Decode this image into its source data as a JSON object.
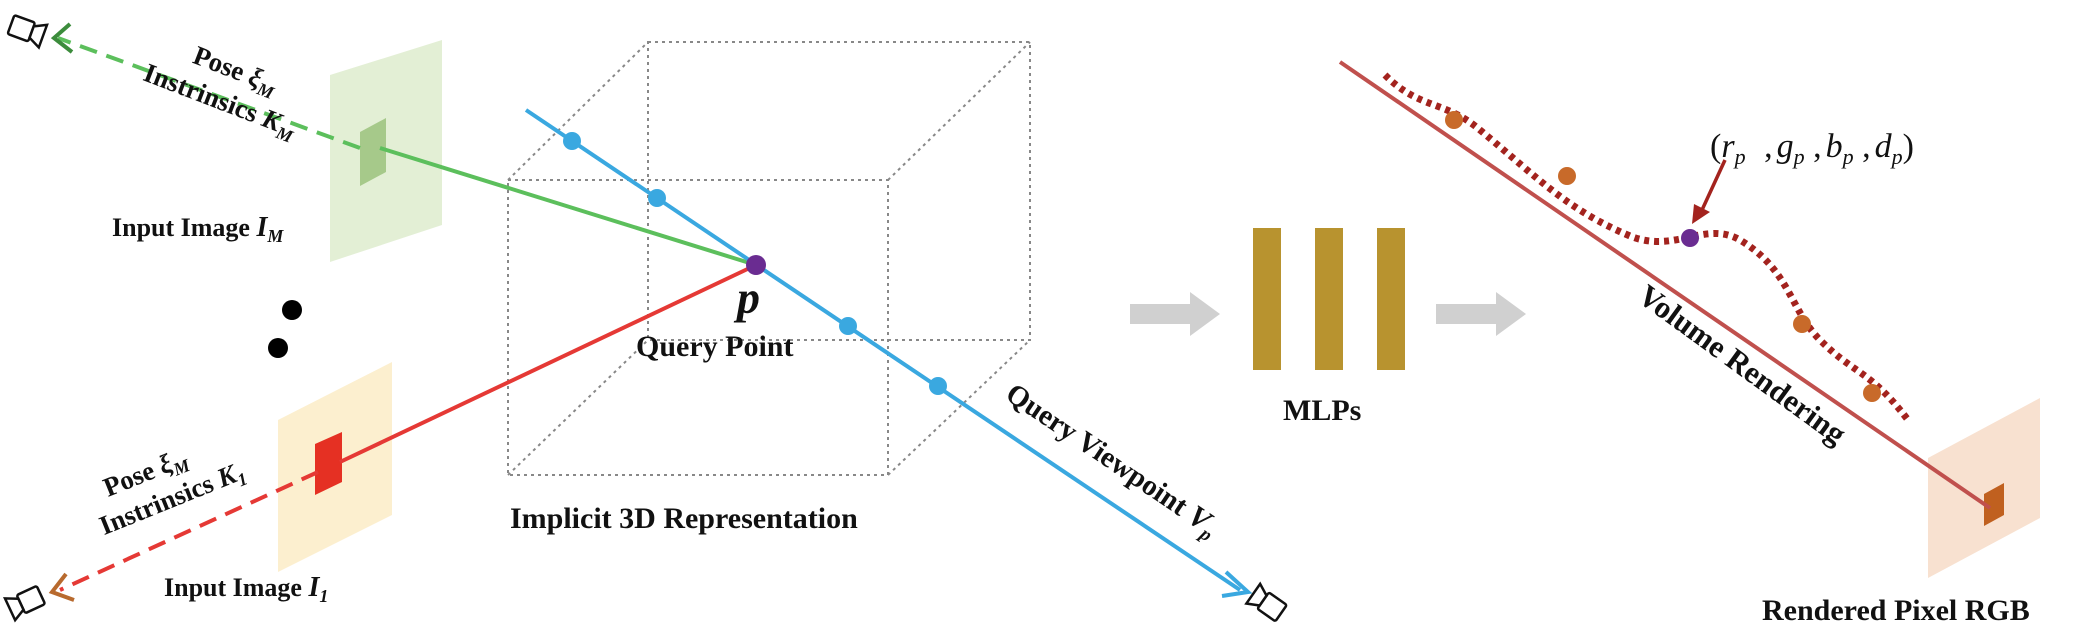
{
  "labels": {
    "pose_m": "Pose",
    "pose_m_sym": "ξ",
    "pose_m_sub": "M",
    "intrinsics_m": "Instrinsics",
    "intrinsics_m_sym": "K",
    "intrinsics_m_sub": "M",
    "input_image_m": "Input Image",
    "input_image_m_sym": "I",
    "input_image_m_sub": "M",
    "pose_1": "Pose",
    "pose_1_sym": "ξ",
    "pose_1_sub": "M",
    "intrinsics_1": "Instrinsics",
    "intrinsics_1_sym": "K",
    "intrinsics_1_sub": "1",
    "input_image_1": "Input Image",
    "input_image_1_sym": "I",
    "input_image_1_sub": "1",
    "query_point_symbol": "p",
    "query_point": "Query Point",
    "implicit_3d": "Implicit 3D Representation",
    "query_viewpoint": "Query Viewpoint",
    "query_viewpoint_sym": "V",
    "query_viewpoint_sub": "p",
    "mlps": "MLPs",
    "volume_rendering": "Volume Rendering",
    "rendered_pixel": "Rendered Pixel RGB",
    "output_tuple": {
      "open": "(",
      "r": "r",
      "g": "g",
      "b": "b",
      "d": "d",
      "sub": "p",
      "sep": " ,",
      "close": ")"
    }
  },
  "colors": {
    "green_ray": "#5cbf5c",
    "green_dash": "#5cbf5c",
    "green_arrow": "#3c8c3c",
    "red_ray": "#e53935",
    "orange_arrow": "#b86a2e",
    "blue_ray": "#3aa8e0",
    "query_point": "#6a2c91",
    "mlp_bar": "#b8932f",
    "render_line": "#c0504d",
    "curve": "#a3231e",
    "sample_dot": "#c86a2a",
    "plane_green": "#e3efd5",
    "plane_green_patch": "#a6c98a",
    "plane_yellow": "#fcefcf",
    "plane_yellow_patch": "#e53023",
    "plane_peach": "#f8e1d0",
    "plane_peach_patch": "#c0601f",
    "gray_arrow": "#d0d0d0",
    "box_edge": "#888888"
  },
  "icons": {
    "camera_top": "camera-icon",
    "camera_bottom": "camera-icon",
    "camera_viewpoint": "camera-icon"
  }
}
